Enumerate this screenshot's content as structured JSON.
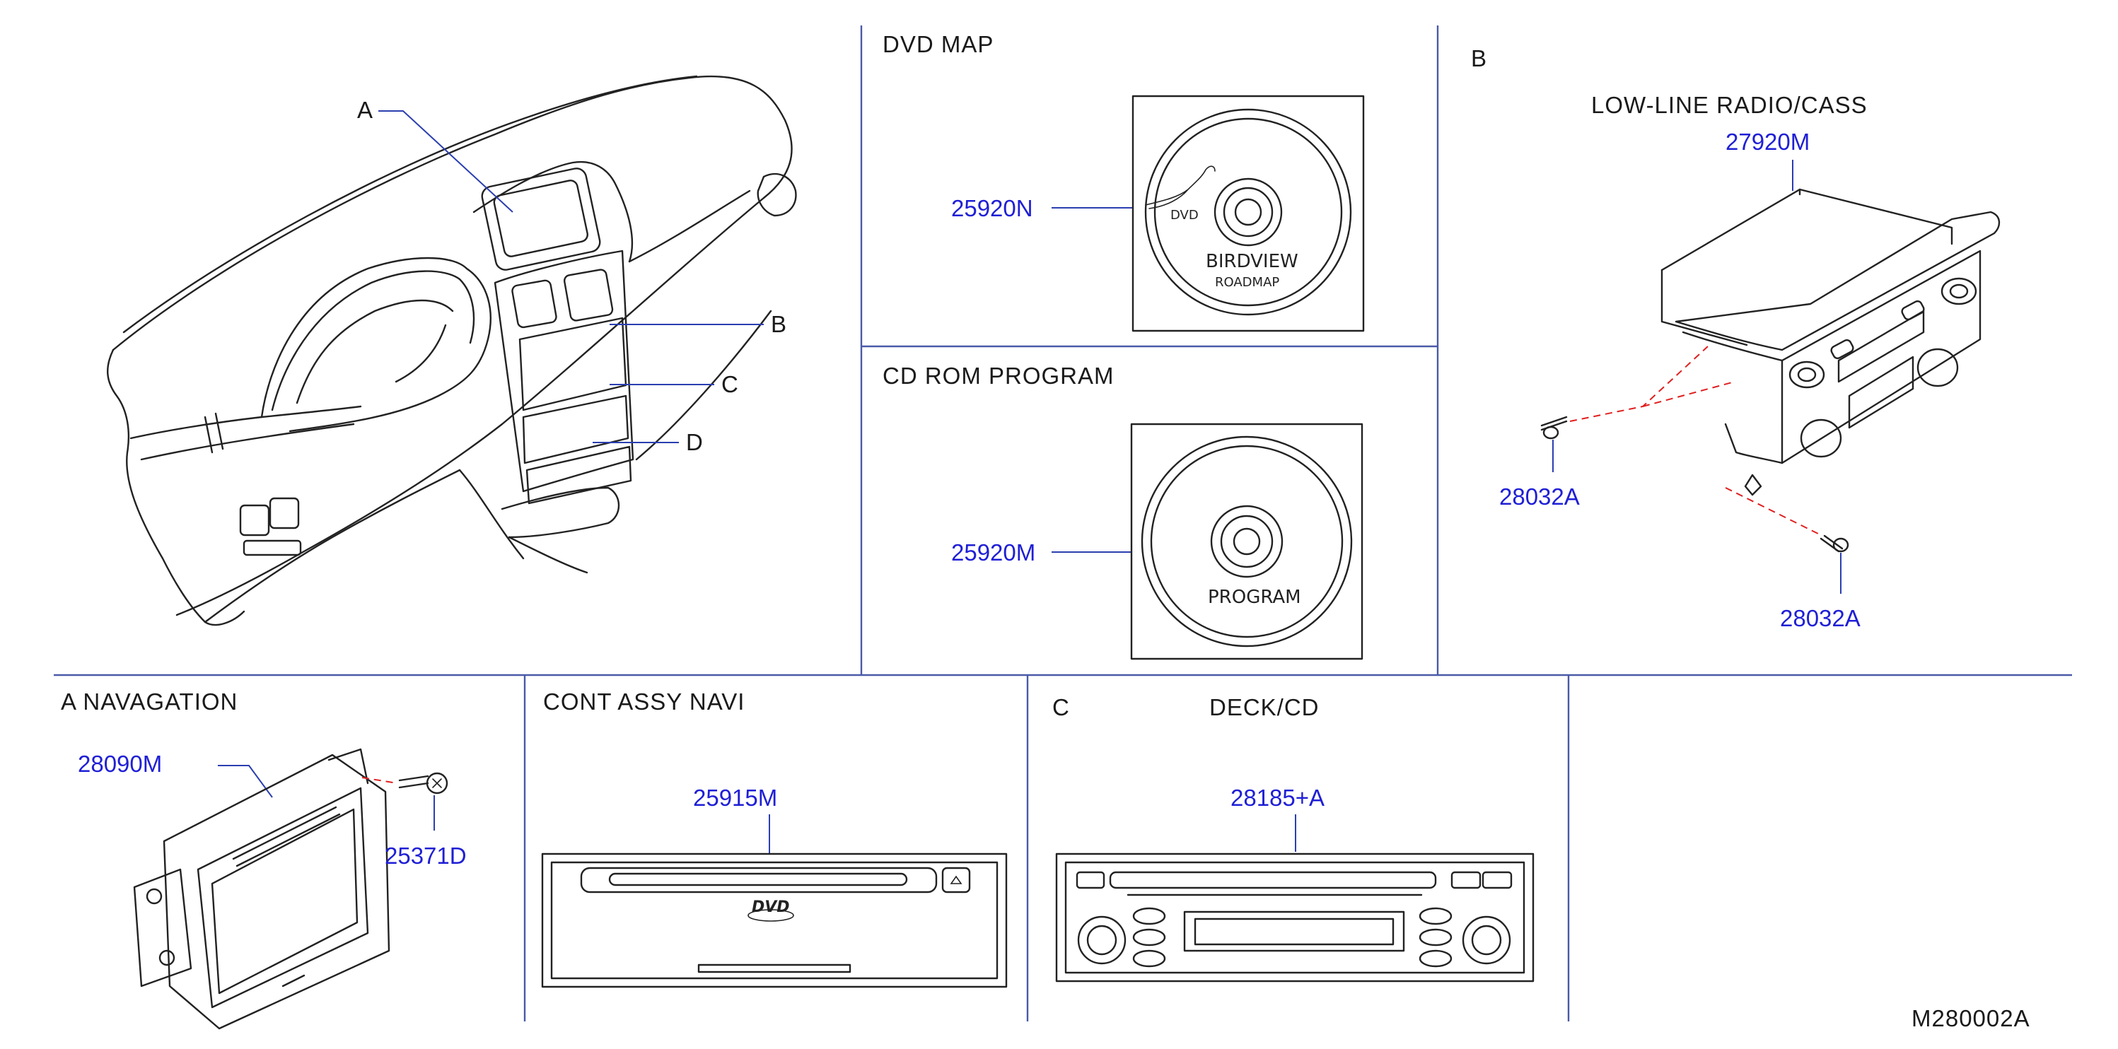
{
  "sections": {
    "dvd_map": "DVD   MAP",
    "cd_rom_program": "CD   ROM   PROGRAM",
    "b": "B",
    "low_line_radio": "LOW-LINE   RADIO/CASS",
    "a_navagation": "A    NAVAGATION",
    "cont_assy_navi": "CONT   ASSY   NAVI",
    "c": "C",
    "deck_cd": "DECK/CD"
  },
  "overview_callouts": {
    "a": "A",
    "b": "B",
    "c": "C",
    "d": "D"
  },
  "part_numbers": {
    "dvd_map_disc": "25920N",
    "cd_rom_disc": "25920M",
    "radio_unit": "27920M",
    "radio_screw_left": "28032A",
    "radio_screw_right": "28032A",
    "nav_display": "28090M",
    "nav_screw": "25371D",
    "navi_controller": "25915M",
    "deck_cd_unit": "28185+A"
  },
  "disc_labels": {
    "dvd_word": "DVD",
    "birdview": "BIRDVIEW",
    "roadmap": "ROADMAP",
    "program": "PROGRAM"
  },
  "navi_unit_logo": "DVD",
  "diagram_id": "M280002A",
  "colors": {
    "part_number": "#1f1fd6",
    "frame": "#4a5aa8",
    "leader": "#2b3fb0",
    "screw_path": "#e02020"
  }
}
